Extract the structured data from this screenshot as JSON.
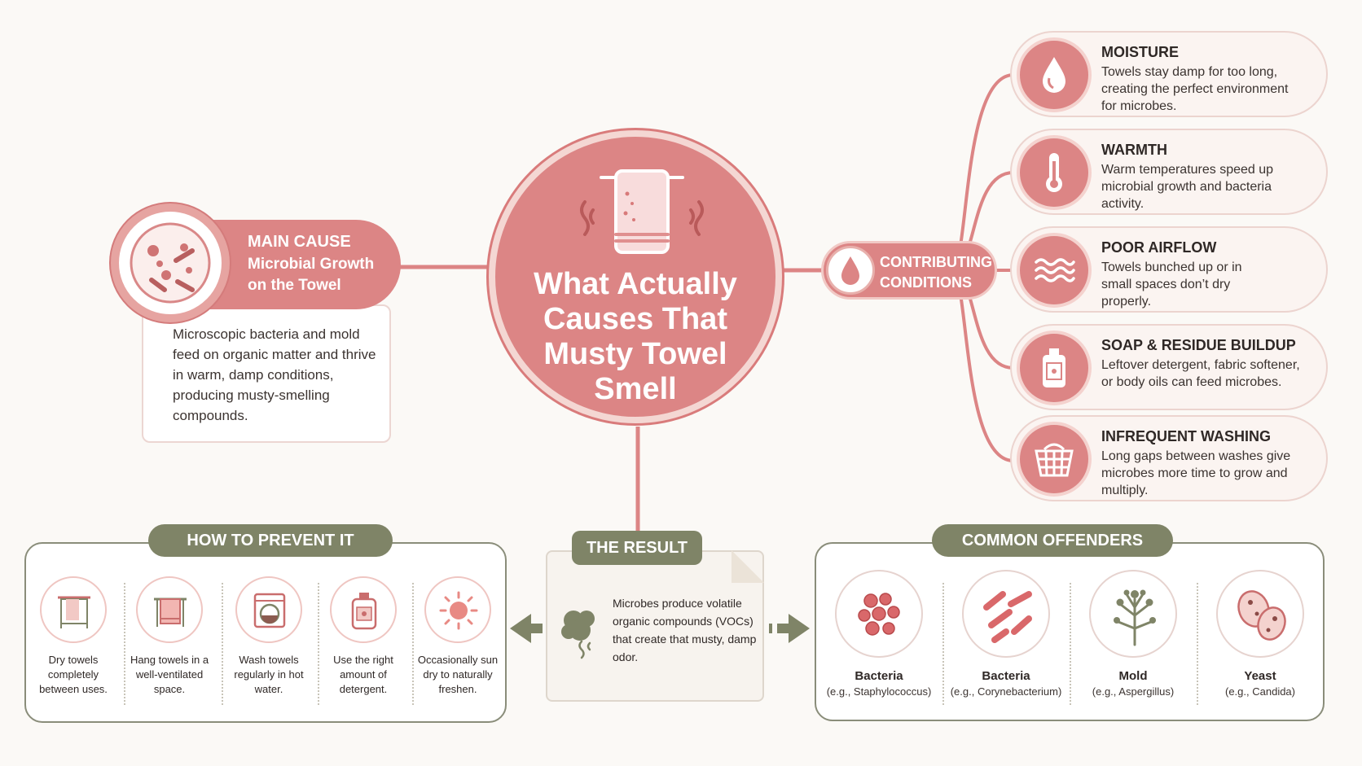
{
  "title": "What Actually Causes That Musty Towel Smell",
  "main_cause": {
    "heading": "MAIN CAUSE",
    "subtitle": "Microbial Growth on the Towel",
    "description": "Microscopic bacteria and mold feed on organic matter and thrive in warm, damp conditions, producing musty-smelling compounds."
  },
  "contributing": {
    "label": "CONTRIBUTING CONDITIONS",
    "items": [
      {
        "title": "MOISTURE",
        "text": "Towels stay damp for too long, creating the perfect environment for microbes.",
        "icon": "water-drop-icon"
      },
      {
        "title": "WARMTH",
        "text": "Warm temperatures speed up microbial growth and bacteria activity.",
        "icon": "thermometer-icon"
      },
      {
        "title": "POOR AIRFLOW",
        "text": "Towels bunched up or in small spaces don’t dry properly.",
        "icon": "wind-waves-icon"
      },
      {
        "title": "SOAP & RESIDUE BUILDUP",
        "text": "Leftover detergent, fabric softener, or body oils can feed microbes.",
        "icon": "detergent-bottle-icon"
      },
      {
        "title": "INFREQUENT WASHING",
        "text": "Long gaps between washes give microbes more time to grow and multiply.",
        "icon": "laundry-basket-icon"
      }
    ]
  },
  "prevent": {
    "label": "HOW TO PREVENT IT",
    "items": [
      {
        "text": "Dry towels completely between uses.",
        "icon": "towel-rack-icon"
      },
      {
        "text": "Hang towels in a well-ventilated space.",
        "icon": "hanging-towel-icon"
      },
      {
        "text": "Wash towels regularly in hot water.",
        "icon": "washing-machine-icon"
      },
      {
        "text": "Use the right amount of detergent.",
        "icon": "detergent-bottle-icon"
      },
      {
        "text": "Occasionally sun dry to naturally freshen.",
        "icon": "sun-icon"
      }
    ]
  },
  "result": {
    "label": "THE RESULT",
    "text": "Microbes produce volatile organic compounds (VOCs) that create that musty, damp odor.",
    "icon": "odor-cloud-icon"
  },
  "offenders": {
    "label": "COMMON OFFENDERS",
    "items": [
      {
        "name": "Bacteria",
        "example": "(e.g., Staphylococcus)",
        "icon": "cocci-bacteria-icon"
      },
      {
        "name": "Bacteria",
        "example": "(e.g., Corynebacterium)",
        "icon": "rod-bacteria-icon"
      },
      {
        "name": "Mold",
        "example": "(e.g., Aspergillus)",
        "icon": "mold-icon"
      },
      {
        "name": "Yeast",
        "example": "(e.g., Candida)",
        "icon": "yeast-icon"
      }
    ]
  },
  "colors": {
    "rose": "#dc8585",
    "rose_light": "#f4d2ce",
    "olive": "#7f8467",
    "background": "#fbf9f6"
  }
}
